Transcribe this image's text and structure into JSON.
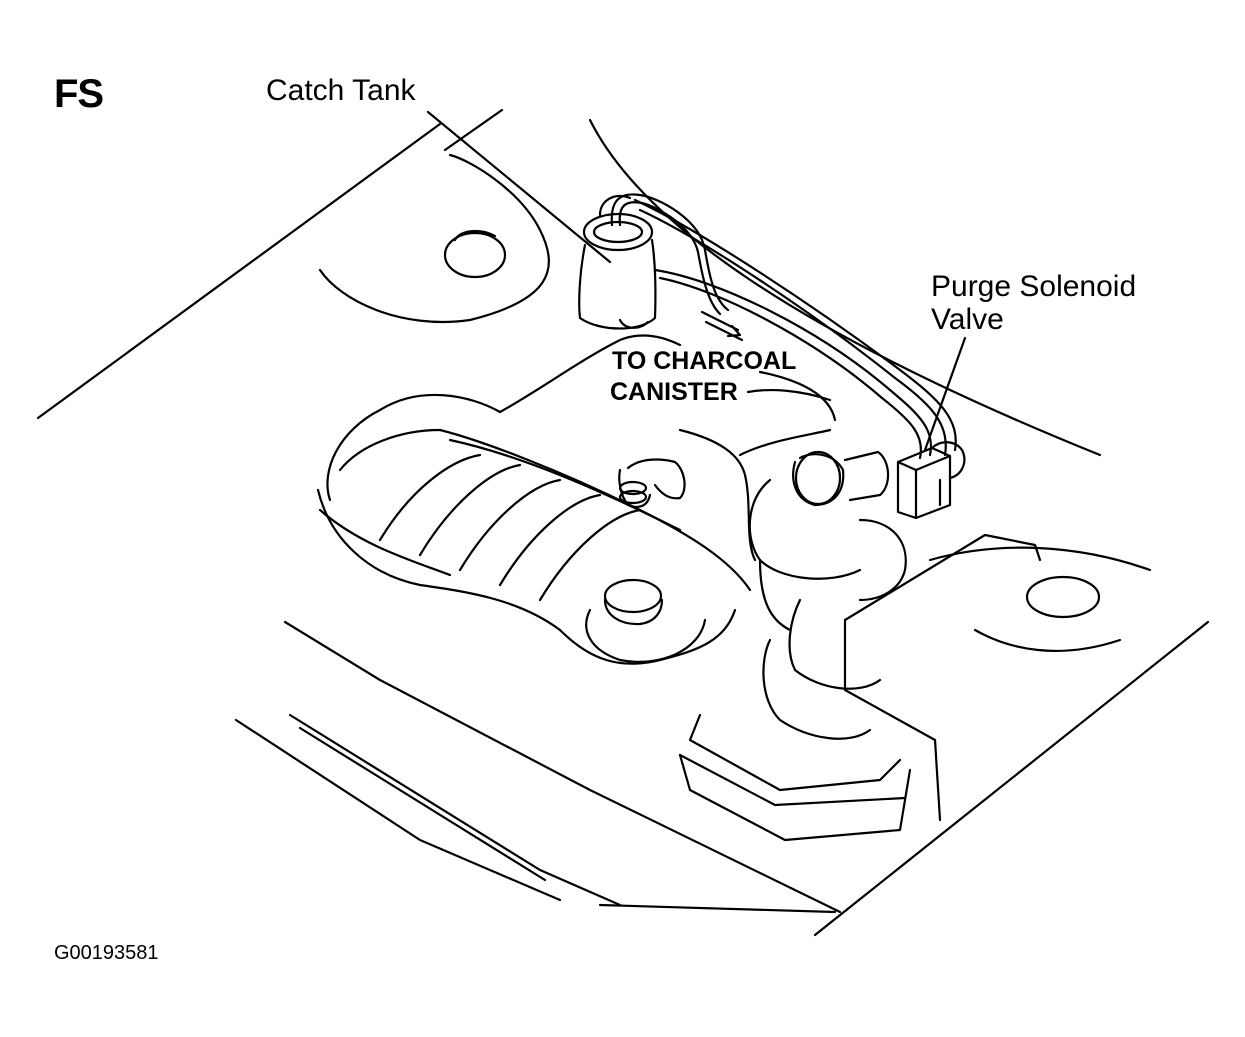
{
  "figure": {
    "engine_code": "FS",
    "figure_id": "G00193581"
  },
  "labels": {
    "catch_tank": "Catch Tank",
    "purge_solenoid_line1": "Purge Solenoid",
    "purge_solenoid_line2": "Valve",
    "to_charcoal_line1": "TO CHARCOAL",
    "to_charcoal_line2": "CANISTER"
  }
}
